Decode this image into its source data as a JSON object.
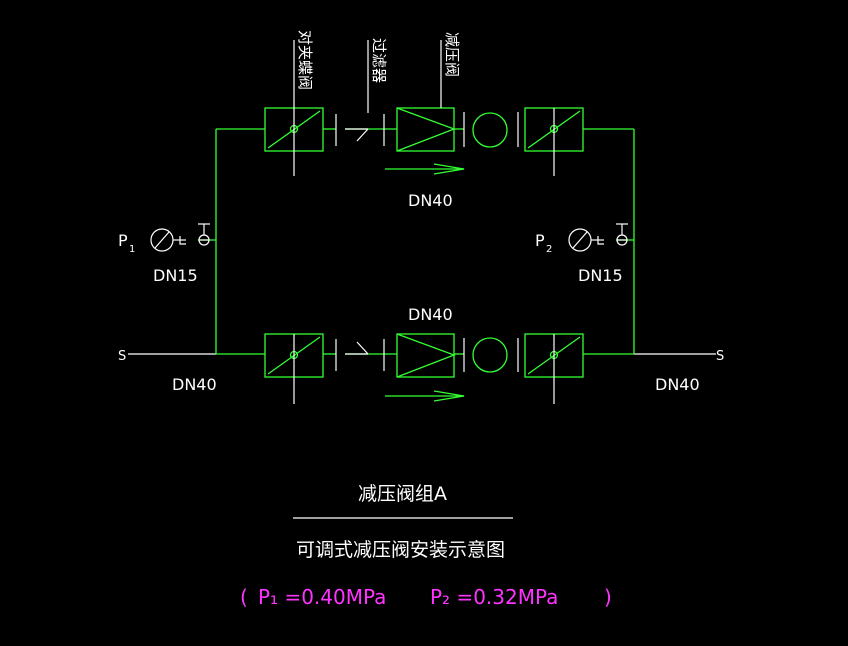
{
  "labels": {
    "valve_top_a": "对夹蝶阀",
    "valve_top_b": "过滤器",
    "valve_top_c": "减压阀",
    "pipe_top": "DN40",
    "pipe_bottom": "DN40",
    "gauge_left": "DN15",
    "gauge_right": "DN15",
    "inlet_pipe": "DN40",
    "outlet_pipe": "DN40",
    "p1_symbol": "P",
    "p1_sub": "1",
    "p2_symbol": "P",
    "p2_sub": "2",
    "inlet_mark": "S",
    "outlet_mark": "S"
  },
  "title": {
    "main": "减压阀组A",
    "sub": "可调式减压阀安装示意图"
  },
  "pressure_note": {
    "open": "(",
    "p1": "P₁ =0.40MPa",
    "p2": "P₂ =0.32MPa",
    "close": ")"
  },
  "colors": {
    "pipe": "#33ff33",
    "text": "#ffffff",
    "note": "#ff33ff",
    "background": "#000000"
  }
}
